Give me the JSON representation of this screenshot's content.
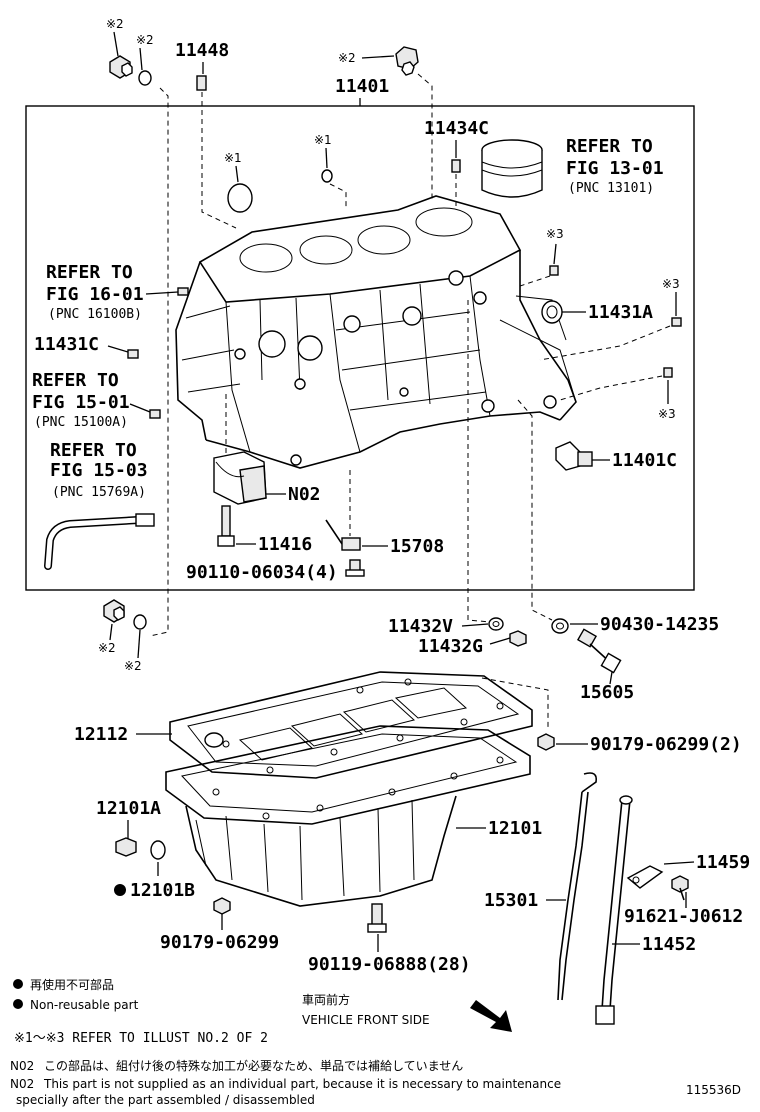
{
  "diagram": {
    "part_labels": [
      {
        "id": "11448",
        "text": "11448"
      },
      {
        "id": "11401",
        "text": "11401"
      },
      {
        "id": "11434C",
        "text": "11434C"
      },
      {
        "id": "11431A",
        "text": "11431A"
      },
      {
        "id": "11431C",
        "text": "11431C"
      },
      {
        "id": "11401C",
        "text": "11401C"
      },
      {
        "id": "N02",
        "text": "N02"
      },
      {
        "id": "11416",
        "text": "11416"
      },
      {
        "id": "15708",
        "text": "15708"
      },
      {
        "id": "90110-06034",
        "text": "90110-06034(4)"
      },
      {
        "id": "11432V",
        "text": "11432V"
      },
      {
        "id": "11432G",
        "text": "11432G"
      },
      {
        "id": "90430-14235",
        "text": "90430-14235"
      },
      {
        "id": "15605",
        "text": "15605"
      },
      {
        "id": "12112",
        "text": "12112"
      },
      {
        "id": "90179-06299-2",
        "text": "90179-06299(2)"
      },
      {
        "id": "12101A",
        "text": "12101A"
      },
      {
        "id": "12101",
        "text": "12101"
      },
      {
        "id": "12101B",
        "text": "12101B"
      },
      {
        "id": "11459",
        "text": "11459"
      },
      {
        "id": "15301",
        "text": "15301"
      },
      {
        "id": "91621-J0612",
        "text": "91621-J0612"
      },
      {
        "id": "11452",
        "text": "11452"
      },
      {
        "id": "90179-06299",
        "text": "90179-06299"
      },
      {
        "id": "90119-06888",
        "text": "90119-06888(28)"
      }
    ],
    "refer_blocks": [
      {
        "id": "ref-13-01",
        "line1": "REFER TO",
        "line2": "FIG 13-01",
        "line3": "(PNC 13101)"
      },
      {
        "id": "ref-16-01",
        "line1": "REFER TO",
        "line2": "FIG 16-01",
        "line3": "(PNC 16100B)"
      },
      {
        "id": "ref-15-01",
        "line1": "REFER TO",
        "line2": "FIG 15-01",
        "line3": "(PNC 15100A)"
      },
      {
        "id": "ref-15-03",
        "line1": "REFER TO",
        "line2": "FIG 15-03",
        "line3": "(PNC 15769A)"
      }
    ],
    "marks": {
      "m2": "※2",
      "m1": "※1",
      "m3": "※3"
    },
    "legend": {
      "non_reusable_jp": "再使用不可部品",
      "non_reusable_en": "Non-reusable part",
      "refer_note": "※1～※3 REFER TO ILLUST NO.2 OF 2"
    },
    "direction": {
      "jp": "車両前方",
      "en": "VEHICLE FRONT SIDE"
    },
    "n02_note": {
      "tag": "N02",
      "jp": "この部品は、組付け後の特殊な加工が必要なため、単品では補給していません",
      "en_line1": "This part is not supplied as an individual part, because it is necessary to maintenance",
      "en_line2": "specially after the part assembled / disassembled"
    },
    "illustration_id": "115536D"
  }
}
